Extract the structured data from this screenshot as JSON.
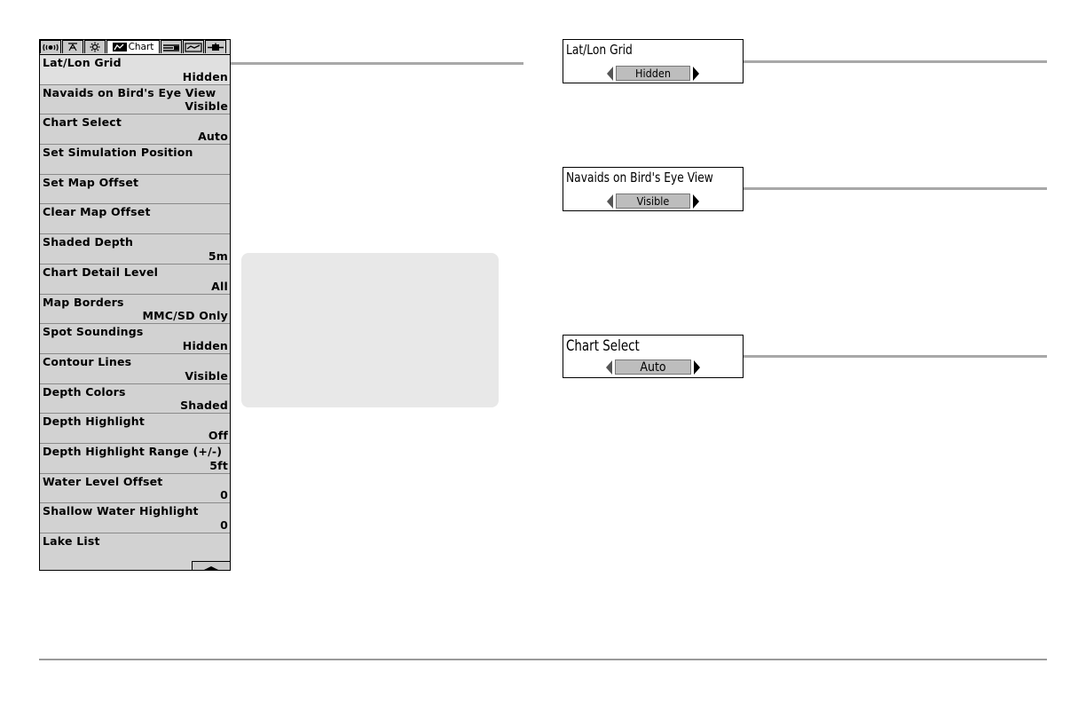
{
  "tabs": [
    {
      "icon": "alarms-icon",
      "label": ""
    },
    {
      "icon": "navigation-icon",
      "label": ""
    },
    {
      "icon": "setup-icon",
      "label": ""
    },
    {
      "icon": "chart-icon",
      "label": "Chart",
      "active": true
    },
    {
      "icon": "sonar-icon",
      "label": ""
    },
    {
      "icon": "sonar-view-icon",
      "label": ""
    },
    {
      "icon": "accessories-icon",
      "label": ""
    }
  ],
  "menu": {
    "items": [
      {
        "label": "Lat/Lon Grid",
        "value": "Hidden"
      },
      {
        "label": "Navaids on Bird's Eye View",
        "value": "Visible"
      },
      {
        "label": "Chart Select",
        "value": "Auto"
      },
      {
        "label": "Set Simulation Position",
        "value": ""
      },
      {
        "label": "Set Map Offset",
        "value": ""
      },
      {
        "label": "Clear Map Offset",
        "value": ""
      },
      {
        "label": "Shaded Depth",
        "value": "5m"
      },
      {
        "label": "Chart Detail Level",
        "value": "All"
      },
      {
        "label": "Map Borders",
        "value": "MMC/SD Only"
      },
      {
        "label": "Spot Soundings",
        "value": "Hidden"
      },
      {
        "label": "Contour Lines",
        "value": "Visible"
      },
      {
        "label": "Depth Colors",
        "value": "Shaded"
      },
      {
        "label": "Depth Highlight",
        "value": "Off"
      },
      {
        "label": "Depth Highlight Range (+/-)",
        "value": "5ft"
      },
      {
        "label": "Water Level Offset",
        "value": "0"
      },
      {
        "label": "Shallow Water Highlight",
        "value": "0"
      },
      {
        "label": "Lake List",
        "value": ""
      }
    ],
    "scroll_icon": "scroll-up-icon"
  },
  "dialogs": [
    {
      "title": "Lat/Lon Grid",
      "value": "Hidden"
    },
    {
      "title": "Navaids on Bird's Eye View",
      "value": "Visible"
    },
    {
      "title": "Chart Select",
      "value": "Auto"
    }
  ],
  "colors": {
    "menu_bg": "#d2d2d2",
    "note_bg": "#e8e8e8",
    "rule": "#a8a8a8"
  }
}
